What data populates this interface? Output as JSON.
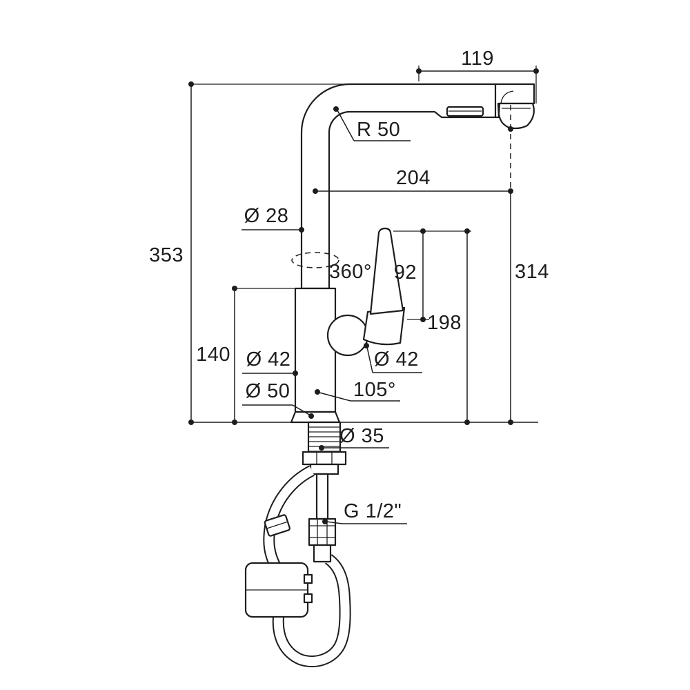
{
  "page": {
    "background": "#ffffff",
    "line_color": "#1d1d1f"
  },
  "drawing": {
    "name": "kitchen-faucet-dimension-drawing",
    "dimensions": {
      "d119": "119",
      "r50": "R 50",
      "d204": "204",
      "dia28": "Ø 28",
      "d353": "353",
      "rot360": "360°",
      "d92": "92",
      "d314": "314",
      "d198": "198",
      "d140": "140",
      "dia42_body": "Ø 42",
      "dia50": "Ø 50",
      "dia42_handle": "Ø 42",
      "a105": "105°",
      "dia35": "Ø 35",
      "g12": "G 1/2\""
    }
  }
}
